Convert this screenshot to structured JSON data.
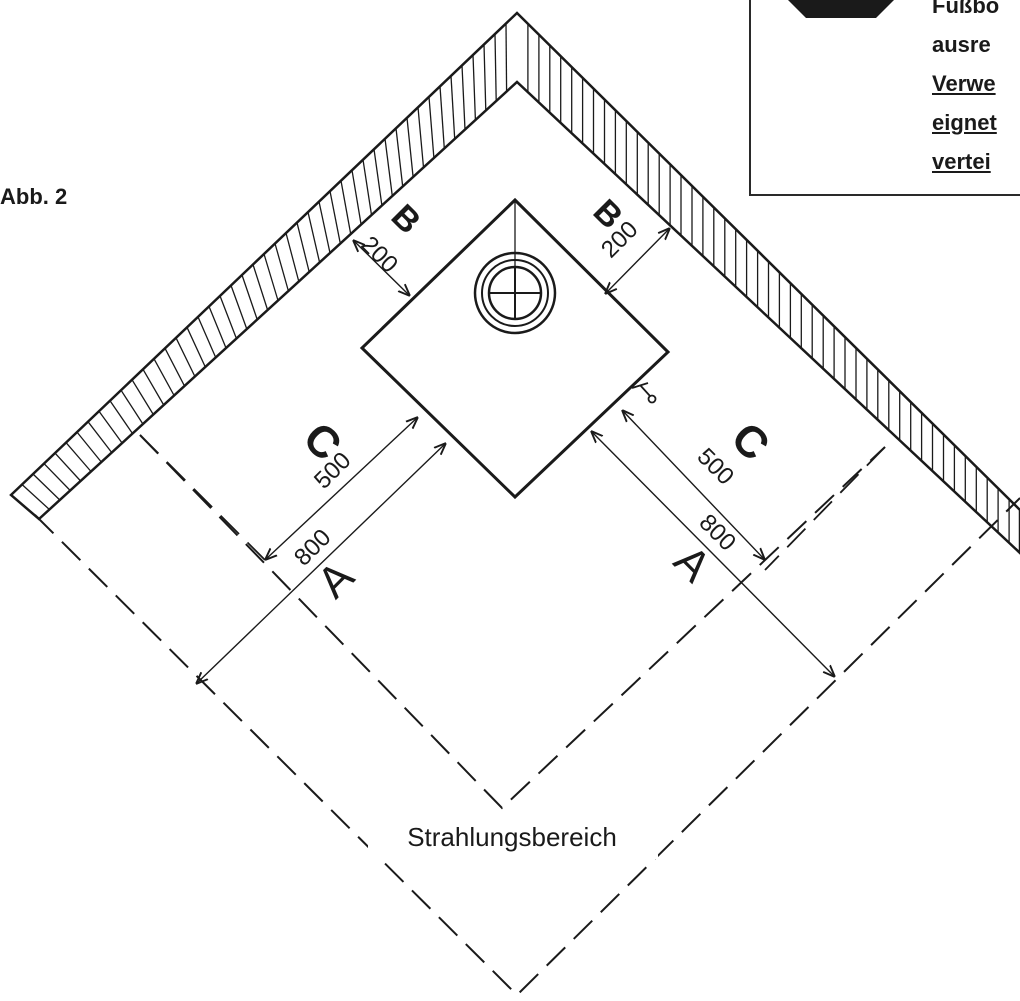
{
  "figure_label": "Abb. 2",
  "warning": {
    "icon": "stop-octagon-icon",
    "lines": [
      {
        "text": "Fußbo",
        "underline": false
      },
      {
        "text": "ausre",
        "underline": false
      },
      {
        "text": "Verwe",
        "underline": true
      },
      {
        "text": "eignet",
        "underline": true
      },
      {
        "text": "vertei",
        "underline": true
      }
    ]
  },
  "dimensions": {
    "A": {
      "letter": "A",
      "value": "800"
    },
    "B": {
      "letter": "B",
      "value": "200"
    },
    "C": {
      "letter": "C",
      "value": "500"
    }
  },
  "zone_label": "Strahlungsbereich"
}
